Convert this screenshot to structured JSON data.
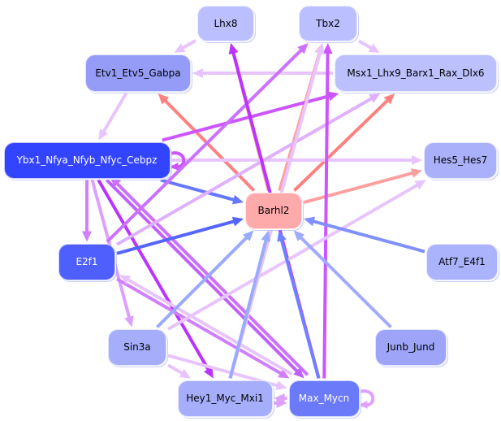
{
  "nodes": [
    {
      "id": "Lhx8",
      "label": "Lhx8",
      "color": "#bbbfff",
      "text": "#000000"
    },
    {
      "id": "Tbx2",
      "label": "Tbx2",
      "color": "#bbbfff",
      "text": "#000000"
    },
    {
      "id": "Etv1",
      "label": "Etv1_Etv5_Gabpa",
      "color": "#949cf8",
      "text": "#000000"
    },
    {
      "id": "Msx1",
      "label": "Msx1_Lhx9_Barx1_Rax_Dlx6",
      "color": "#bcc0fd",
      "text": "#000000"
    },
    {
      "id": "Ybx1",
      "label": "Ybx1_Nfya_Nfyb_Nfyc_Cebpz",
      "color": "#3344ff",
      "text": "#ffffff"
    },
    {
      "id": "Hes5",
      "label": "Hes5_Hes7",
      "color": "#aab1fa",
      "text": "#000000"
    },
    {
      "id": "Barhl2",
      "label": "Barhl2",
      "color": "#ffaaaa",
      "text": "#000000"
    },
    {
      "id": "E2f1",
      "label": "E2f1",
      "color": "#4f5ffe",
      "text": "#ffffff"
    },
    {
      "id": "Atf7",
      "label": "Atf7_E4f1",
      "color": "#abb3fd",
      "text": "#000000"
    },
    {
      "id": "Sin3a",
      "label": "Sin3a",
      "color": "#a6aefc",
      "text": "#000000"
    },
    {
      "id": "Junb",
      "label": "Junb_Jund",
      "color": "#9ea5f9",
      "text": "#000000"
    },
    {
      "id": "Hey1",
      "label": "Hey1_Myc_Mxi1",
      "color": "#a6aefc",
      "text": "#000000"
    },
    {
      "id": "Max",
      "label": "Max_Mycn",
      "color": "#6b7af8",
      "text": "#ffffff"
    }
  ],
  "edges": [
    {
      "from": "Lhx8",
      "to": "Etv1",
      "color": "#e8c4ff"
    },
    {
      "from": "Tbx2",
      "to": "Msx1",
      "color": "#e8c4ff"
    },
    {
      "from": "Msx1",
      "to": "Etv1",
      "color": "#e8c4ff"
    },
    {
      "from": "Etv1",
      "to": "Ybx1",
      "color": "#e8c4ff"
    },
    {
      "from": "Barhl2",
      "to": "Etv1",
      "color": "#ff8080"
    },
    {
      "from": "Barhl2",
      "to": "Lhx8",
      "color": "#ffa0a0"
    },
    {
      "from": "Barhl2",
      "to": "Tbx2",
      "color": "#ffa0a0"
    },
    {
      "from": "Barhl2",
      "to": "Msx1",
      "color": "#ff8080"
    },
    {
      "from": "Barhl2",
      "to": "Hes5",
      "color": "#ffa0a0"
    },
    {
      "from": "Ybx1",
      "to": "Msx1",
      "color": "#cc55ff"
    },
    {
      "from": "Ybx1",
      "to": "Hes5",
      "color": "#e8c4ff"
    },
    {
      "from": "Ybx1",
      "to": "Ybx1",
      "color": "#cc55ff"
    },
    {
      "from": "Ybx1",
      "to": "Barhl2",
      "color": "#6677ff"
    },
    {
      "from": "Ybx1",
      "to": "E2f1",
      "color": "#d080ff"
    },
    {
      "from": "Ybx1",
      "to": "Hey1",
      "color": "#bb33ff"
    },
    {
      "from": "Ybx1",
      "to": "Max",
      "color": "#c060ff"
    },
    {
      "from": "Ybx1",
      "to": "Sin3a",
      "color": "#dda0ff"
    },
    {
      "from": "Max",
      "to": "Ybx1",
      "color": "#cc70ff"
    },
    {
      "from": "E2f1",
      "to": "Barhl2",
      "color": "#5566ff"
    },
    {
      "from": "E2f1",
      "to": "Tbx2",
      "color": "#cc70ff"
    },
    {
      "from": "E2f1",
      "to": "Msx1",
      "color": "#e0b0ff"
    },
    {
      "from": "E2f1",
      "to": "Max",
      "color": "#d080ff"
    },
    {
      "from": "Max",
      "to": "E2f1",
      "color": "#e8c4ff"
    },
    {
      "from": "Max",
      "to": "Lhx8",
      "color": "#bb33ff"
    },
    {
      "from": "Max",
      "to": "Tbx2",
      "color": "#cc55ff"
    },
    {
      "from": "Hey1",
      "to": "Tbx2",
      "color": "#e8c4ff"
    },
    {
      "from": "Sin3a",
      "to": "Barhl2",
      "color": "#99aaff"
    },
    {
      "from": "Sin3a",
      "to": "Hes5",
      "color": "#e8c4ff"
    },
    {
      "from": "Sin3a",
      "to": "Hey1",
      "color": "#e8c4ff"
    },
    {
      "from": "Sin3a",
      "to": "Max",
      "color": "#e8c4ff"
    },
    {
      "from": "Hey1",
      "to": "Barhl2",
      "color": "#99aaff"
    },
    {
      "from": "Max",
      "to": "Barhl2",
      "color": "#7080ff"
    },
    {
      "from": "Junb",
      "to": "Barhl2",
      "color": "#a0aaff"
    },
    {
      "from": "Atf7",
      "to": "Barhl2",
      "color": "#8090ff"
    },
    {
      "from": "Max",
      "to": "Hey1",
      "color": "#e0a0ff"
    },
    {
      "from": "Hey1",
      "to": "Max",
      "color": "#e0a0ff"
    },
    {
      "from": "Max",
      "to": "Max",
      "color": "#e0a0ff"
    }
  ]
}
